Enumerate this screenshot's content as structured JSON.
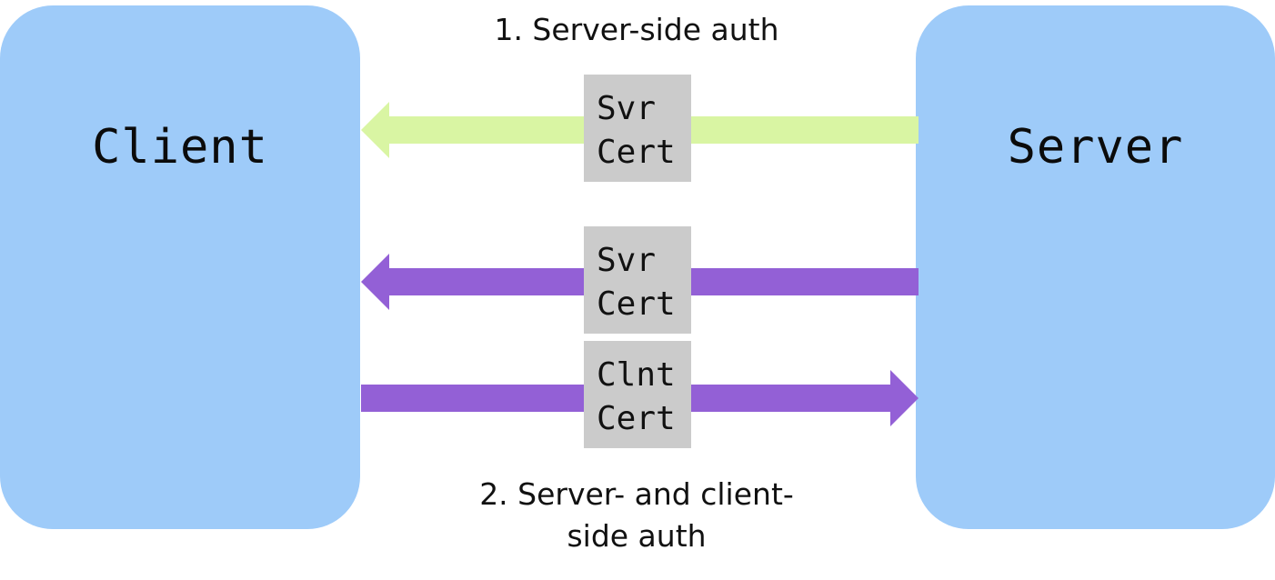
{
  "nodes": {
    "client": "Client",
    "server": "Server"
  },
  "captions": {
    "server_side": "1. Server-side auth",
    "mutual": "2. Server- and client-\nside auth"
  },
  "certs": {
    "svr_cert_1": "Svr\nCert",
    "svr_cert_2": "Svr\nCert",
    "clnt_cert": "Clnt\nCert"
  },
  "colors": {
    "node_fill": "#9ecbf9",
    "arrow_server_side": "#d9f5a3",
    "arrow_mutual": "#9360d6",
    "cert_fill": "#cbcbcb"
  }
}
